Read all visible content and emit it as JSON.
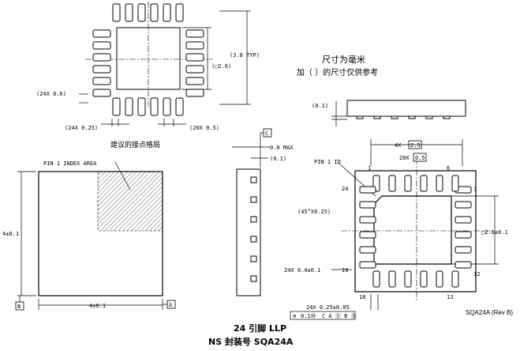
{
  "recommended": {
    "dim_typ": "(3.8 TYP)",
    "dim_pad_span": "(□2.6)",
    "dim_pad_width": "(24X 0.6)",
    "dim_pad_len": "(24X 0.25)",
    "dim_pitch": "(20X 0.5)",
    "caption": "建议的接点格局"
  },
  "units_note": {
    "line1": "尺寸为毫米",
    "line2": "加（ ）的尺寸仅供参考"
  },
  "side_view_top": {
    "dim": "(0.1)"
  },
  "top_view": {
    "index_label": "PIN 1 INDEX AREA",
    "width_dim": "4±0.1",
    "height_dim": "4±0.1",
    "datum_a": "A",
    "datum_b": "B"
  },
  "side_view": {
    "datum_c": "C",
    "max_dim": "0.8 MAX",
    "standoff_dim": "(0.1)"
  },
  "bottom_view": {
    "pin1_label": "PIN 1 ID",
    "dim_4x": "4X",
    "dim_4x_box": "2.5",
    "dim_20x": "20X",
    "dim_20x_box": "0.5",
    "pin_1": "1",
    "pin_6": "6",
    "pin_7": "7",
    "pin_12": "12",
    "pin_13": "13",
    "pin_18": "18",
    "pin_19": "19",
    "pin_24": "24",
    "chamfer_dim": "(45°X0.25)",
    "pad_dim": "□2.6±0.1",
    "lead_width_dim": "24X 0.4±0.1",
    "lead_len_dim": "24X 0.25±0.05",
    "gdt_tol": "0.1Ⓜ",
    "gdt_ref": "C A Ⓢ B Ⓢ"
  },
  "drawing_id": "SQA24A (Rev B)",
  "footer": {
    "line1": "24 引脚 LLP",
    "line2": "NS 封装号 SQA24A"
  }
}
